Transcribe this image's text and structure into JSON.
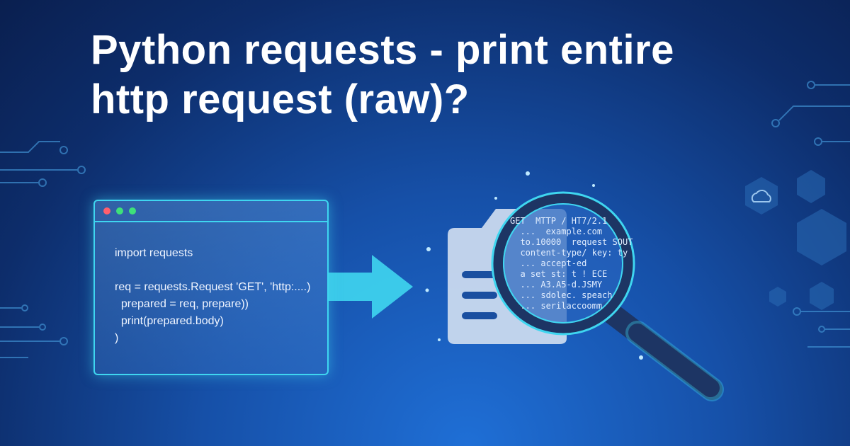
{
  "title": "Python requests - print entire http request (raw)?",
  "title_lines": [
    "Python requests - print entire",
    "http request (raw)?"
  ],
  "code_window": {
    "lines": [
      "import requests",
      "",
      "req = requests.Request 'GET', 'http:....)",
      "  prepared = req, prepare))",
      "  print(prepared.body)",
      ")"
    ],
    "dot_colors": [
      "#ff5f6d",
      "#3ee07a",
      "#3ee07a"
    ]
  },
  "magnifier_text": [
    "GET  MTTP / HT7/2.1",
    "  ...  example.com",
    "  to.10000  request SOUT",
    "  content-type/ key: ty",
    "  ... accept-ed",
    "  a set st: t ! ECE",
    "  ... A3.A5-d.JSMY",
    "  ... sdolec. speach",
    "  ... serilaccoomm"
  ],
  "colors": {
    "accent": "#3fd6f0",
    "background": "#1650a8"
  }
}
